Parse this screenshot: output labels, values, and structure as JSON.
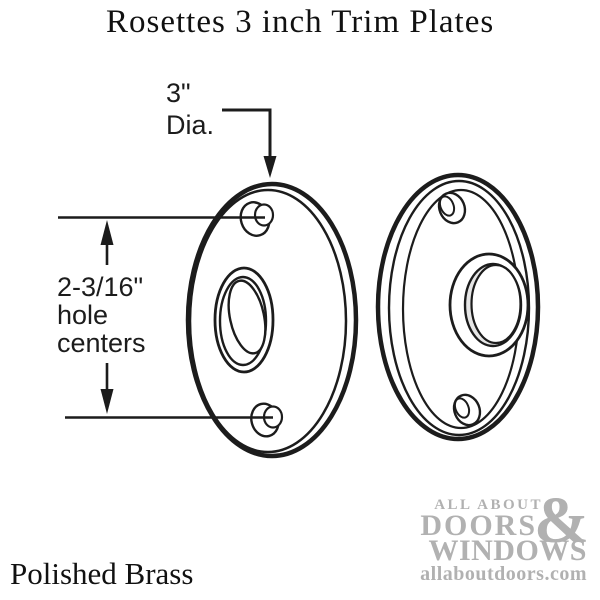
{
  "page_title": "Rosettes 3 inch Trim Plates",
  "finish": "Polished Brass",
  "annotations": {
    "diameter": {
      "lines": [
        "3\"",
        "Dia."
      ]
    },
    "hole_centers": {
      "lines": [
        "2-3/16\"",
        "hole",
        "centers"
      ]
    }
  },
  "watermark": {
    "brand_top": "ALL ABOUT",
    "ampersand": "&",
    "brand_mid": "DOORS",
    "brand_bottom": "WINDOWS",
    "website": "allaboutdoors.com"
  },
  "colors": {
    "line": "#1c1c1c",
    "watermark": "#b1b1b1",
    "background": "#ffffff"
  }
}
